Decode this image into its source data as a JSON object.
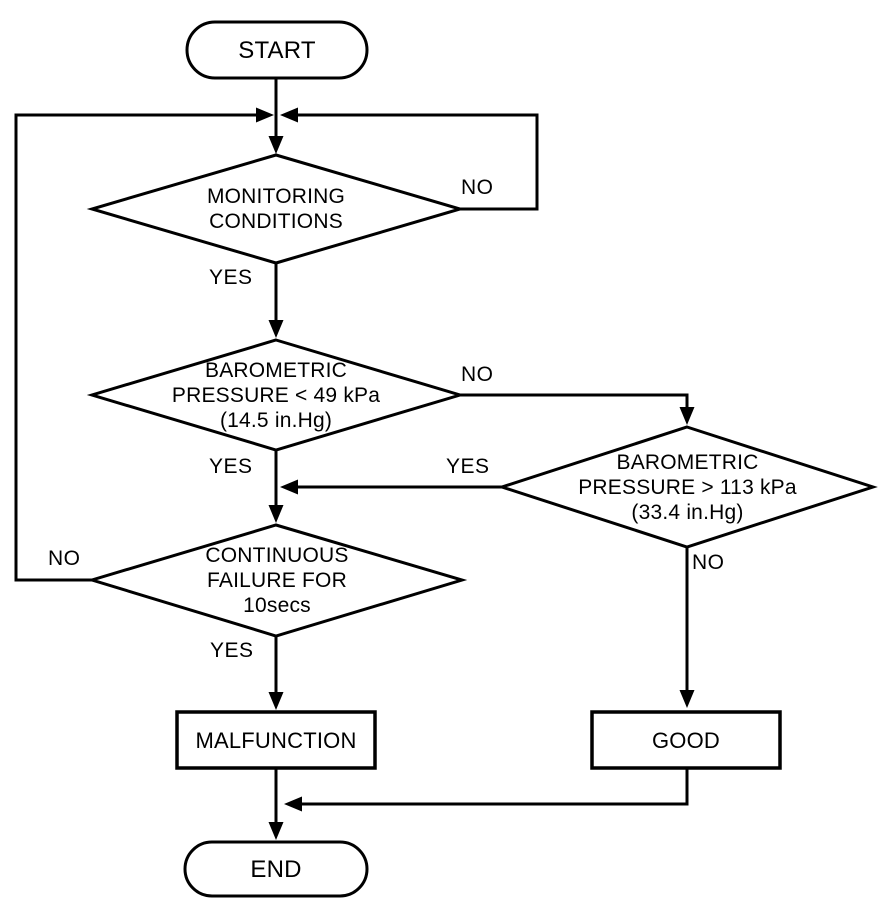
{
  "nodes": {
    "start": {
      "label": "START"
    },
    "monitoring": {
      "label": "MONITORING\nCONDITIONS"
    },
    "baro_low": {
      "label": "BAROMETRIC\nPRESSURE < 49 kPa\n(14.5 in.Hg)"
    },
    "baro_high": {
      "label": "BAROMETRIC\nPRESSURE > 113 kPa\n(33.4 in.Hg)"
    },
    "continuous_failure": {
      "label": "CONTINUOUS\nFAILURE FOR\n10secs"
    },
    "malfunction": {
      "label": "MALFUNCTION"
    },
    "good": {
      "label": "GOOD"
    },
    "end": {
      "label": "END"
    }
  },
  "edge_labels": {
    "monitoring_no": "NO",
    "monitoring_yes": "YES",
    "baro_low_no": "NO",
    "baro_low_yes": "YES",
    "baro_high_yes": "YES",
    "baro_high_no": "NO",
    "continuous_no": "NO",
    "continuous_yes": "YES"
  },
  "colors": {
    "line": "#000000",
    "background": "#ffffff",
    "text": "#000000"
  }
}
